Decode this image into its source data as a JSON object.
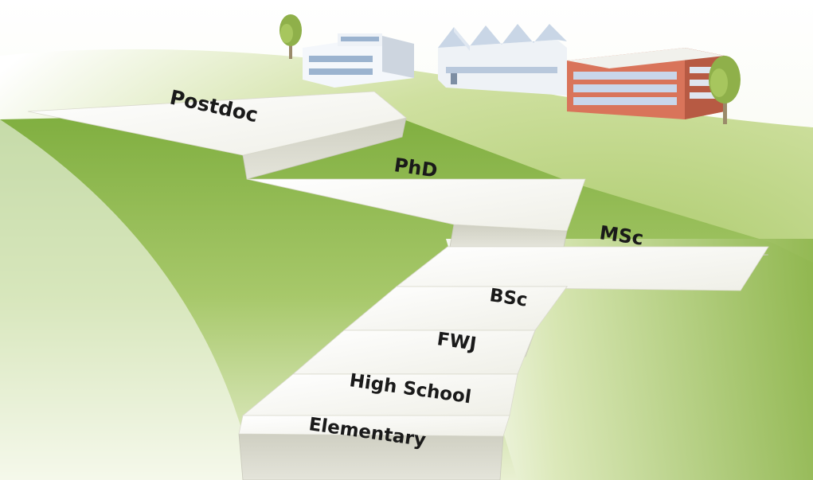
{
  "diagram": {
    "steps": [
      {
        "id": "elementary",
        "label": "Elementary"
      },
      {
        "id": "high-school",
        "label": "High School"
      },
      {
        "id": "fwj",
        "label": "FWJ"
      },
      {
        "id": "bsc",
        "label": "BSc"
      },
      {
        "id": "msc",
        "label": "MSc"
      },
      {
        "id": "phd",
        "label": "PhD"
      },
      {
        "id": "postdoc",
        "label": "Postdoc"
      }
    ]
  },
  "colors": {
    "grass_light": "#e9f0d2",
    "grass_mid": "#c9dc92",
    "grass_dark": "#7fae3f",
    "step_top": "#fbfbf8",
    "step_riser": "#dcdcd0",
    "step_shadow": "#b9b9aa",
    "label": "#1a1a1a"
  }
}
